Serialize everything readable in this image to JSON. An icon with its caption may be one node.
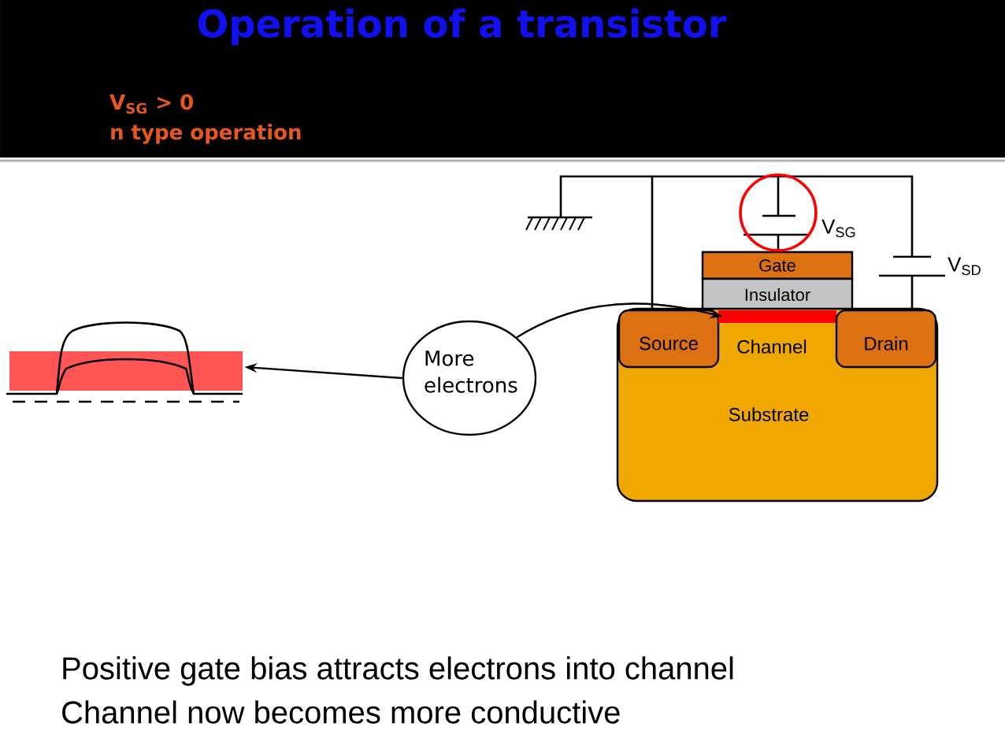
{
  "diagram": {
    "title": "Operation of a transistor",
    "nodes": [
      {
        "text": [
          "Gate"
        ]
      },
      {
        "text": [
          "Insulator"
        ]
      },
      {
        "text": [
          "Substrate"
        ]
      },
      {
        "text": [
          "Source"
        ],
        "in": 2
      },
      {
        "text": [],
        "shape": "bar",
        "in": 2
      },
      {
        "text": [
          "Drain"
        ],
        "in": 2
      },
      {
        "text": [
          "More electrons"
        ]
      },
      {
        "text": [],
        "shape": "picture"
      }
    ],
    "edges": [
      {
        "from": 6,
        "to": 7,
        "arrow": "to"
      },
      {
        "from": 6,
        "to": 4,
        "arrow": "to"
      }
    ],
    "labels": [
      "V$_{SG}$ > 0",
      "n type operation",
      "V$_{SG}$",
      "V$_{SD}$",
      "Channel",
      "Positive gate bias attracts electrons into channel",
      "Channel now becomes more conductive"
    ]
  }
}
